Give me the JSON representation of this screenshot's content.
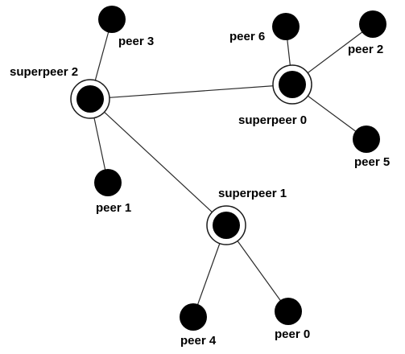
{
  "diagram": {
    "superpeers": [
      {
        "id": "sp0",
        "label": "superpeer 0"
      },
      {
        "id": "sp1",
        "label": "superpeer 1"
      },
      {
        "id": "sp2",
        "label": "superpeer 2"
      }
    ],
    "peers": [
      {
        "id": "p0",
        "label": "peer 0"
      },
      {
        "id": "p1",
        "label": "peer 1"
      },
      {
        "id": "p2",
        "label": "peer 2"
      },
      {
        "id": "p3",
        "label": "peer 3"
      },
      {
        "id": "p4",
        "label": "peer 4"
      },
      {
        "id": "p5",
        "label": "peer 5"
      },
      {
        "id": "p6",
        "label": "peer 6"
      }
    ],
    "edges": [
      {
        "from": "sp2",
        "to": "sp0"
      },
      {
        "from": "sp2",
        "to": "sp1"
      },
      {
        "from": "sp2",
        "to": "p3"
      },
      {
        "from": "sp2",
        "to": "p1"
      },
      {
        "from": "sp0",
        "to": "p6"
      },
      {
        "from": "sp0",
        "to": "p2"
      },
      {
        "from": "sp0",
        "to": "p5"
      },
      {
        "from": "sp1",
        "to": "p4"
      },
      {
        "from": "sp1",
        "to": "p0"
      }
    ]
  }
}
